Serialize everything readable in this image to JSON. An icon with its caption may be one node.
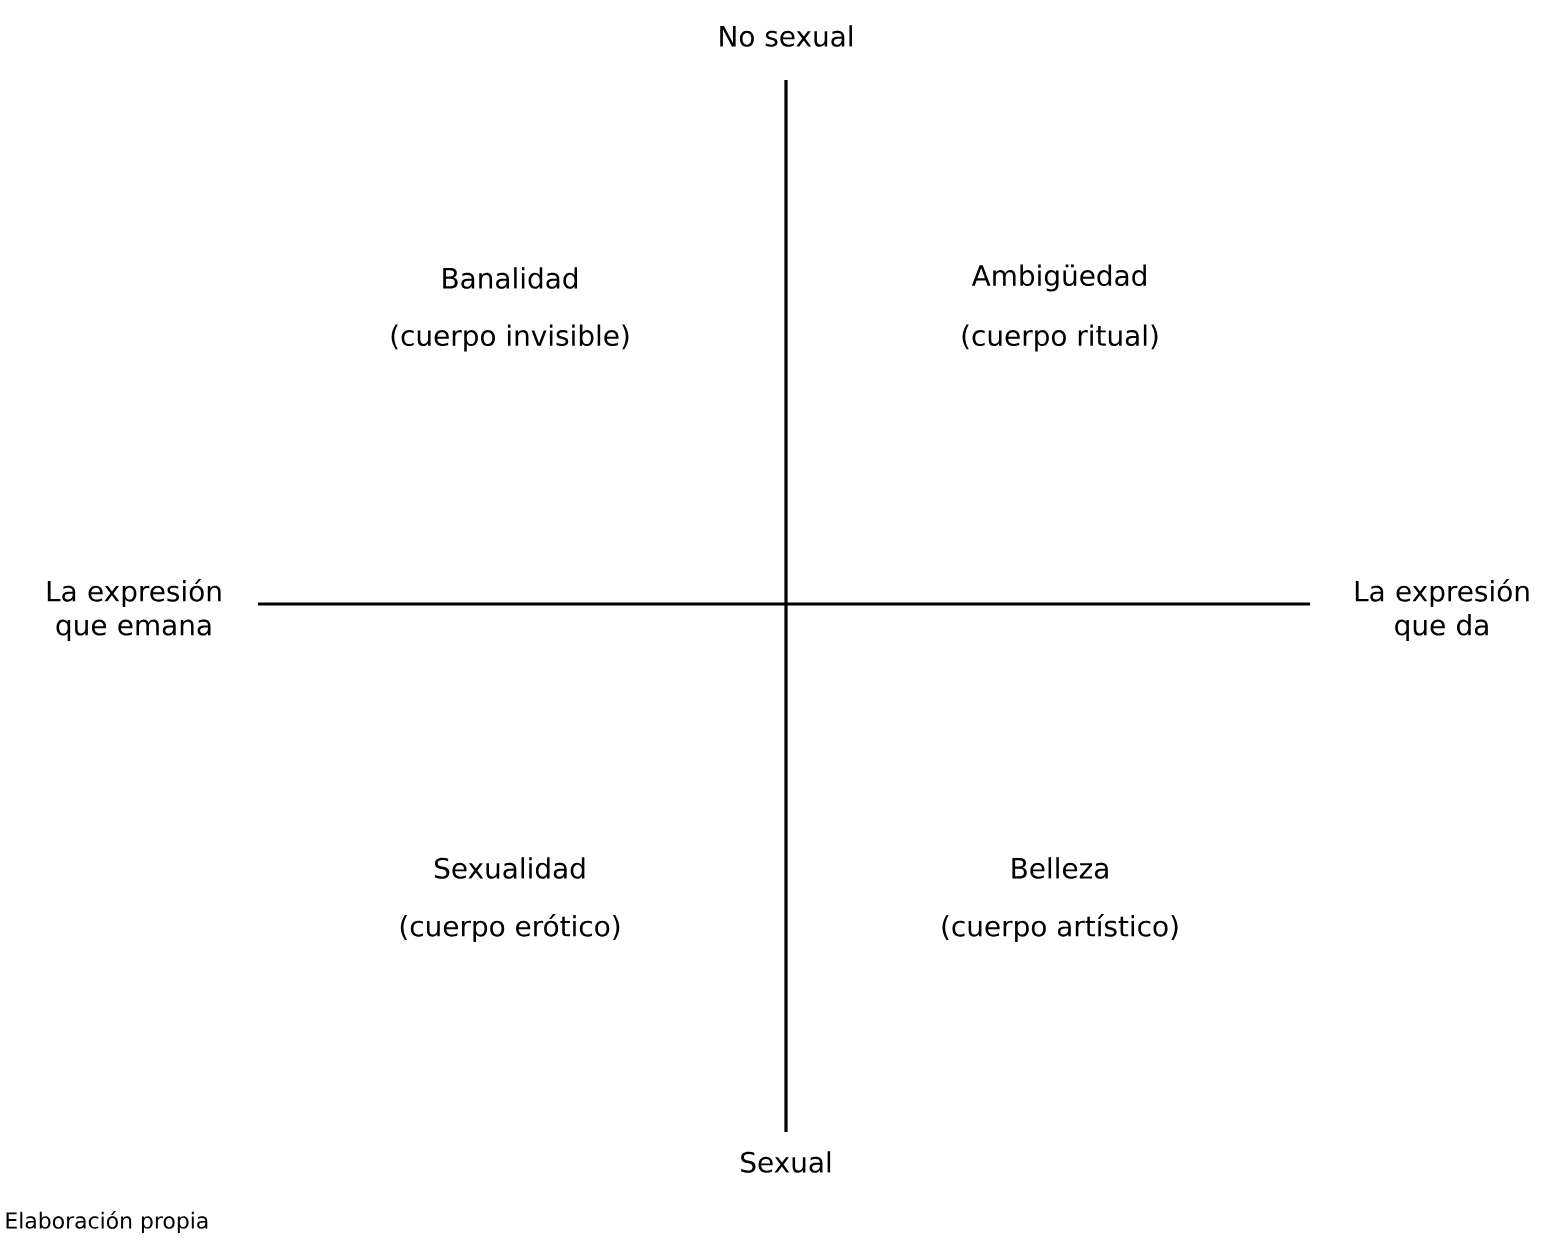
{
  "diagram": {
    "caption": "Elaboración propia",
    "labels": [
      "No sexual",
      "Banalidad",
      "(cuerpo invisible)",
      "Ambigüedad",
      "(cuerpo ritual)",
      "La expresión que emana",
      "La expresión que da",
      "Sexualidad",
      "(cuerpo erótico)",
      "Belleza",
      "(cuerpo artístico)",
      "Sexual"
    ]
  }
}
